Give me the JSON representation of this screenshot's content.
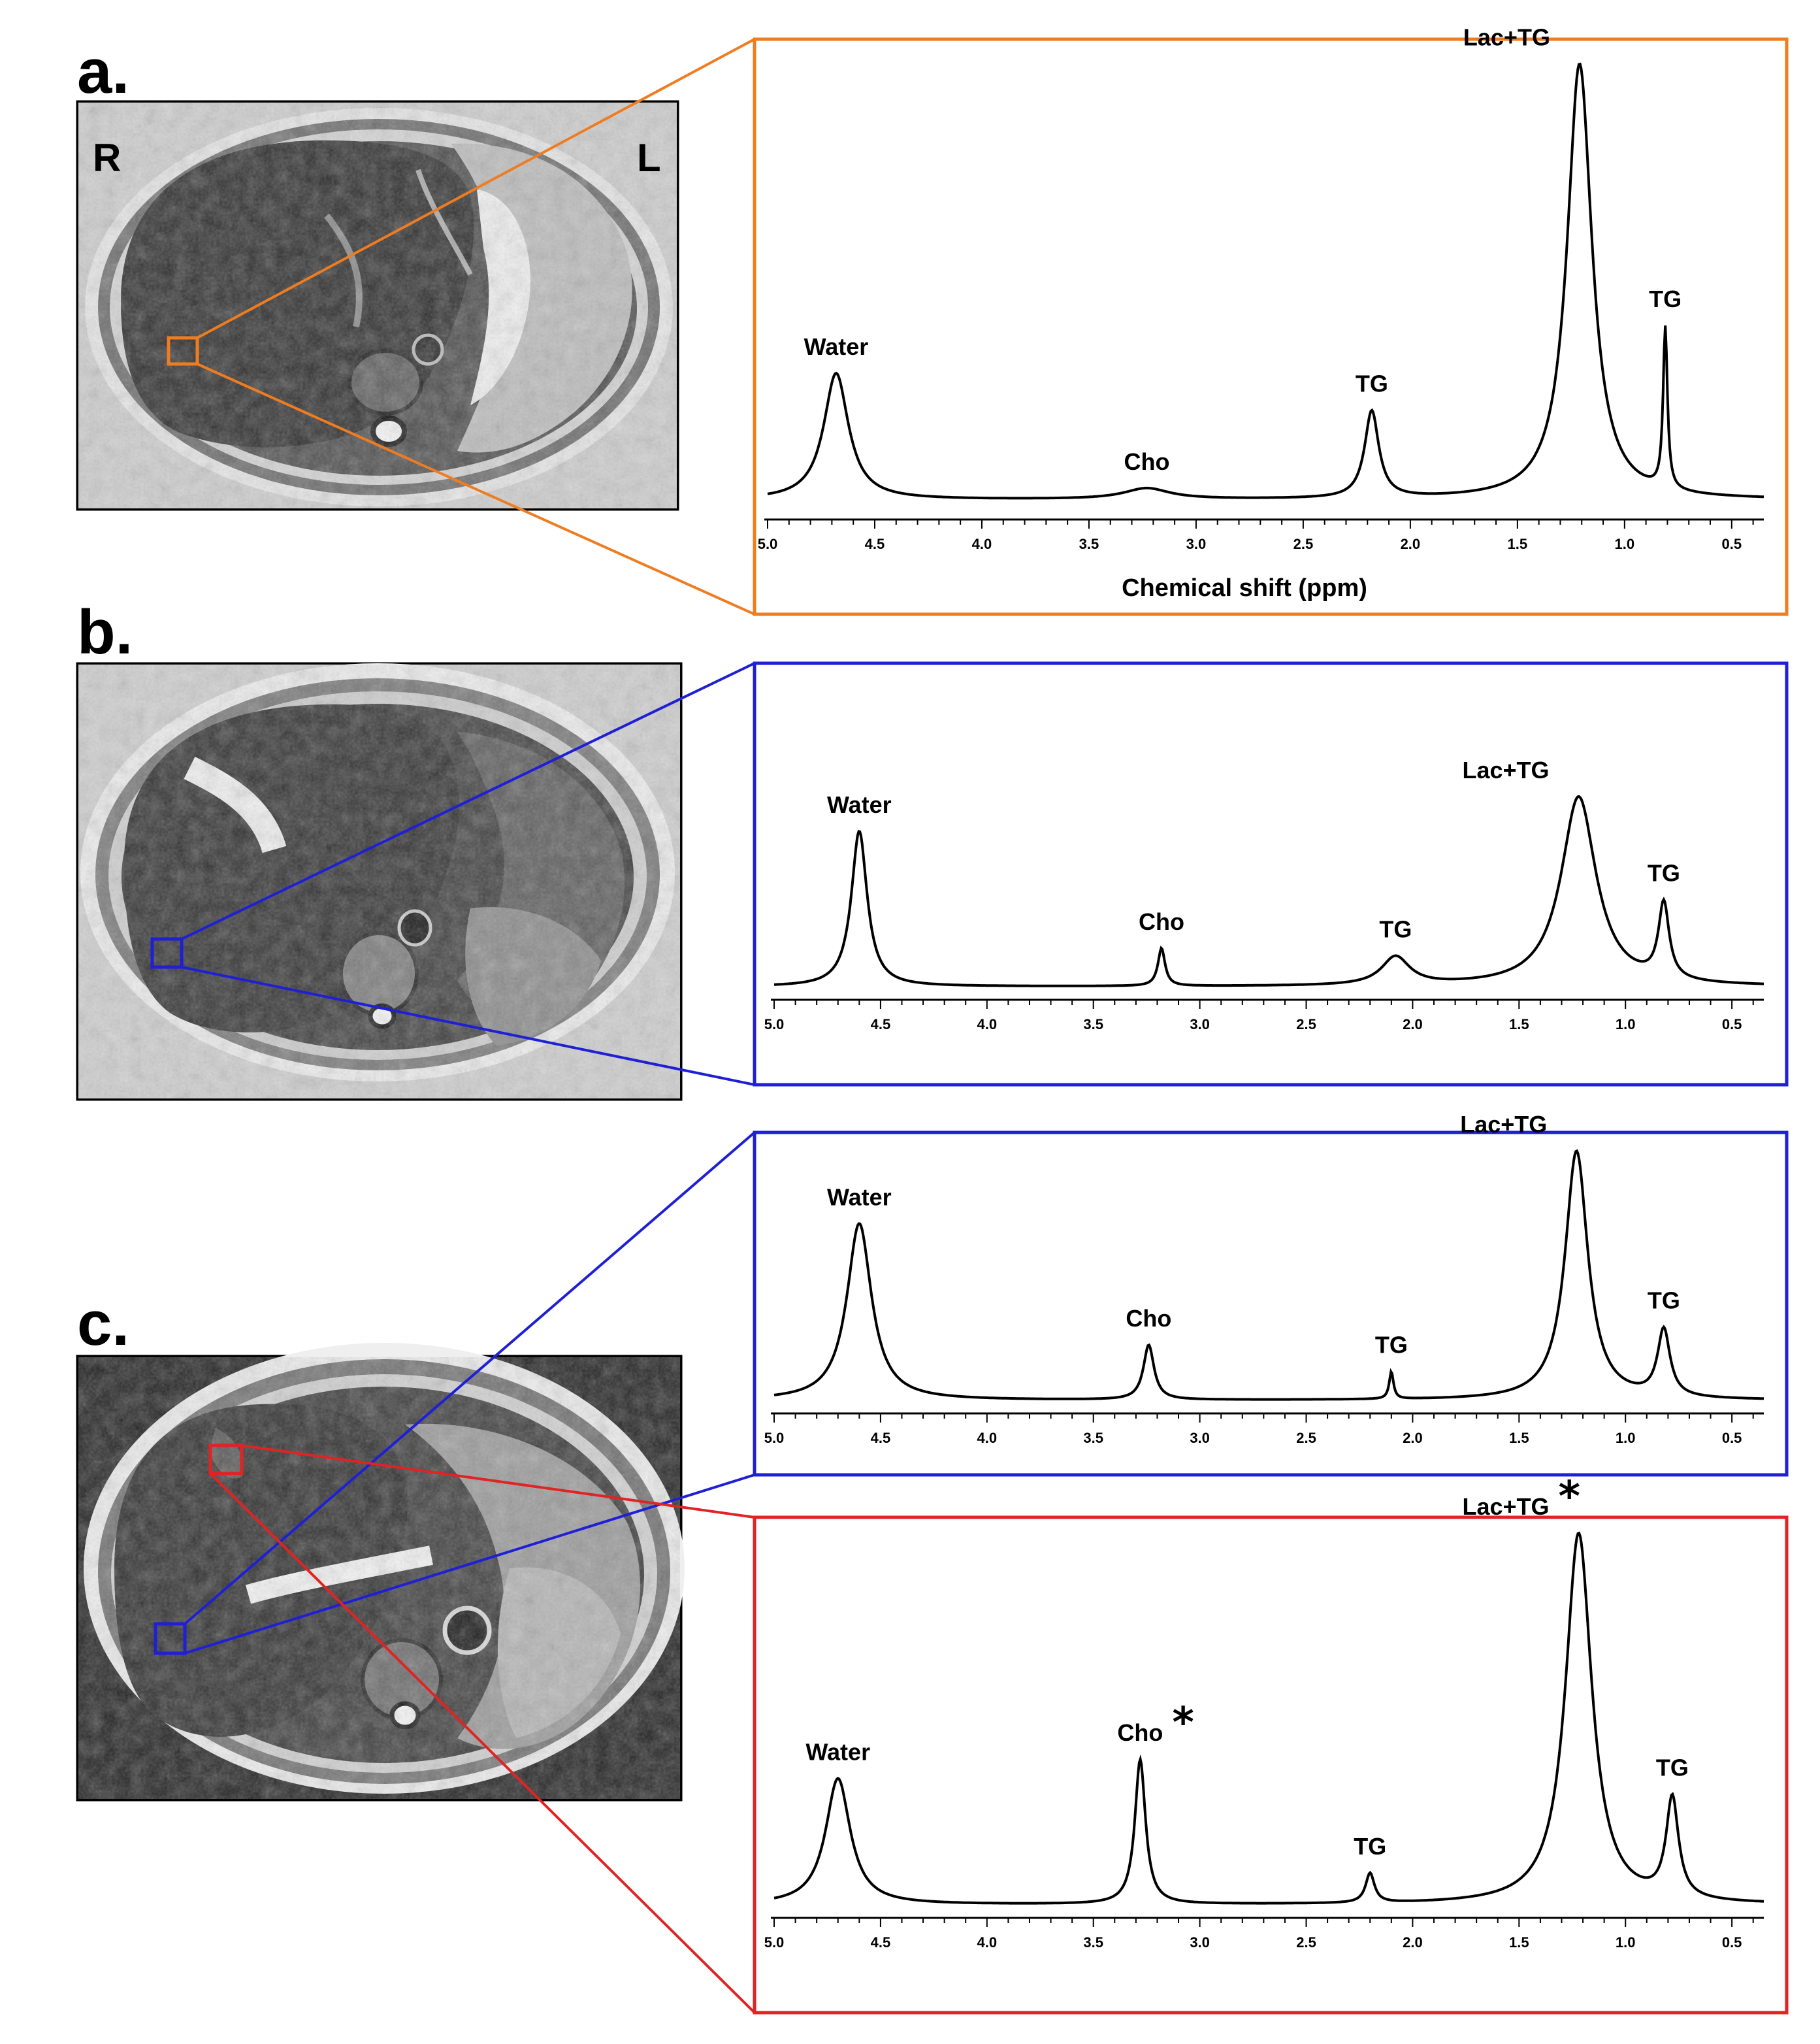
{
  "colors": {
    "orange": "#ee7d22",
    "blue": "#1f1fd6",
    "red": "#e02323"
  },
  "panel_labels": {
    "a": "a.",
    "b": "b.",
    "c": "c."
  },
  "orientation": {
    "right": "R",
    "left": "L"
  },
  "x_axis_title": "Chemical shift (ppm)",
  "tick_labels": [
    "5.0",
    "4.5",
    "4.0",
    "3.5",
    "3.0",
    "2.5",
    "2.0",
    "1.5",
    "1.0",
    "0.5"
  ],
  "tick_values": [
    5.0,
    4.5,
    4.0,
    3.5,
    3.0,
    2.5,
    2.0,
    1.5,
    1.0,
    0.5
  ],
  "star_symbol": "*",
  "chart_data": [
    {
      "type": "line",
      "panel": "a",
      "frame_color": "orange",
      "xlabel": "Chemical shift (ppm)",
      "xlim": [
        5.0,
        0.35
      ],
      "x_reversed": true,
      "peaks": [
        {
          "label": "Water",
          "ppm": 4.68,
          "height": 0.29,
          "width": 0.07,
          "star": false
        },
        {
          "label": "Cho",
          "ppm": 3.23,
          "height": 0.025,
          "width": 0.13,
          "star": false
        },
        {
          "label": "TG",
          "ppm": 2.18,
          "height": 0.2,
          "width": 0.04,
          "star": false
        },
        {
          "label": "Lac+TG",
          "ppm": 1.21,
          "height": 1.0,
          "width": 0.07,
          "star": false
        },
        {
          "label": "TG",
          "ppm": 0.81,
          "height": 0.37,
          "width": 0.012,
          "star": false
        }
      ]
    },
    {
      "type": "line",
      "panel": "b",
      "frame_color": "blue",
      "xlabel": "",
      "xlim": [
        5.0,
        0.35
      ],
      "x_reversed": true,
      "peaks": [
        {
          "label": "Water",
          "ppm": 4.6,
          "height": 0.82,
          "width": 0.045,
          "star": false
        },
        {
          "label": "Cho",
          "ppm": 3.18,
          "height": 0.2,
          "width": 0.02,
          "star": false
        },
        {
          "label": "TG",
          "ppm": 2.08,
          "height": 0.15,
          "width": 0.08,
          "star": false
        },
        {
          "label": "Lac+TG",
          "ppm": 1.22,
          "height": 1.0,
          "width": 0.1,
          "star": false
        },
        {
          "label": "TG",
          "ppm": 0.82,
          "height": 0.4,
          "width": 0.03,
          "star": false
        }
      ]
    },
    {
      "type": "line",
      "panel": "c-upper",
      "frame_color": "blue",
      "xlabel": "",
      "xlim": [
        5.0,
        0.35
      ],
      "x_reversed": true,
      "peaks": [
        {
          "label": "Water",
          "ppm": 4.6,
          "height": 0.71,
          "width": 0.07,
          "star": false
        },
        {
          "label": "Cho",
          "ppm": 3.24,
          "height": 0.22,
          "width": 0.03,
          "star": false
        },
        {
          "label": "TG",
          "ppm": 2.1,
          "height": 0.11,
          "width": 0.012,
          "star": false
        },
        {
          "label": "Lac+TG",
          "ppm": 1.23,
          "height": 1.0,
          "width": 0.065,
          "star": false
        },
        {
          "label": "TG",
          "ppm": 0.82,
          "height": 0.27,
          "width": 0.035,
          "star": false
        }
      ]
    },
    {
      "type": "line",
      "panel": "c-lower",
      "frame_color": "red",
      "xlabel": "",
      "xlim": [
        5.0,
        0.35
      ],
      "x_reversed": true,
      "peaks": [
        {
          "label": "Water",
          "ppm": 4.7,
          "height": 0.34,
          "width": 0.07,
          "star": false
        },
        {
          "label": "Cho",
          "ppm": 3.28,
          "height": 0.39,
          "width": 0.03,
          "star": true
        },
        {
          "label": "TG",
          "ppm": 2.2,
          "height": 0.08,
          "width": 0.025,
          "star": false
        },
        {
          "label": "Lac+TG",
          "ppm": 1.22,
          "height": 1.0,
          "width": 0.075,
          "star": true
        },
        {
          "label": "TG",
          "ppm": 0.78,
          "height": 0.27,
          "width": 0.035,
          "star": false
        }
      ]
    }
  ]
}
